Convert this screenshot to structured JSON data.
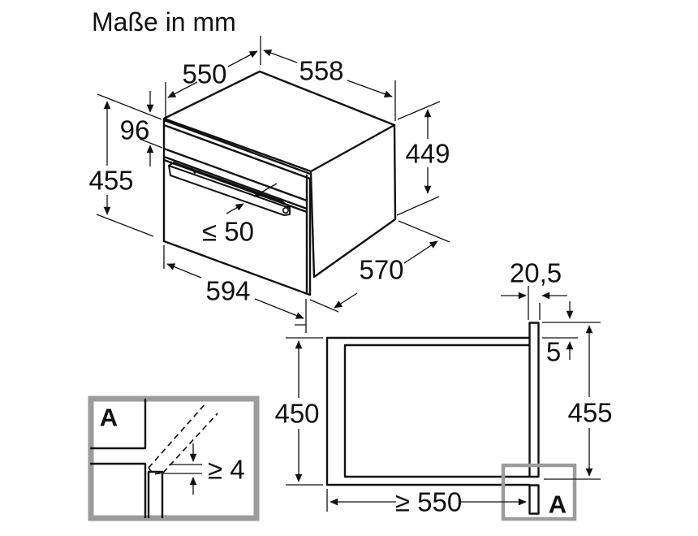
{
  "title": "Maße in mm",
  "isometric_view": {
    "dim_top_depth": "550",
    "dim_top_width": "558",
    "dim_control_panel_height": "96",
    "dim_front_height": "455",
    "dim_body_height": "449",
    "dim_handle_protrusion": "≤ 50",
    "dim_front_width": "594",
    "dim_body_depth": "570"
  },
  "niche_view": {
    "dim_frame_width": "20,5",
    "dim_top_gap": "5",
    "dim_niche_height": "450",
    "dim_front_height": "455",
    "dim_niche_depth": "≥ 550",
    "detail_marker": "A"
  },
  "detail_view": {
    "label": "A",
    "dim_min_gap": "≥ 4"
  },
  "colors": {
    "line": "#111111",
    "detail_frame": "#9c9c9c",
    "background": "#ffffff"
  }
}
